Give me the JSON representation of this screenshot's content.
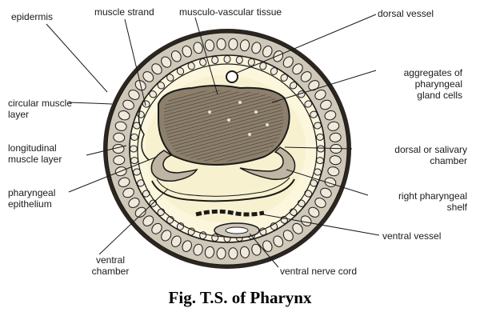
{
  "figure": {
    "caption": "Fig. T.S. of Pharynx",
    "colors": {
      "ink": "#1a1a1a",
      "body_wall_fill": "#cfc7b8",
      "cavity_fill": "#fbf6dc",
      "dorsal_mass_fill": "#8c7f6c",
      "cell_fill": "#efe9dc"
    },
    "labels": {
      "epidermis": "epidermis",
      "muscle_strand": "muscle strand",
      "musculo_vascular_tissue": "musculo-vascular tissue",
      "dorsal_vessel": "dorsal vessel",
      "circular_muscle_layer": [
        "circular muscle",
        "layer"
      ],
      "aggregates_gland_cells": [
        "aggregates of",
        "pharyngeal",
        "gland cells"
      ],
      "longitudinal_muscle_layer": [
        "longitudinal",
        "muscle layer"
      ],
      "dorsal_salivary_chamber": [
        "dorsal or salivary",
        "chamber"
      ],
      "pharyngeal_epithelium": [
        "pharyngeal",
        "epithelium"
      ],
      "right_pharyngeal_shelf": [
        "right pharyngeal",
        "shelf"
      ],
      "ventral_vessel": "ventral vessel",
      "ventral_chamber": [
        "ventral",
        "chamber"
      ],
      "ventral_nerve_cord": "ventral nerve cord"
    }
  }
}
